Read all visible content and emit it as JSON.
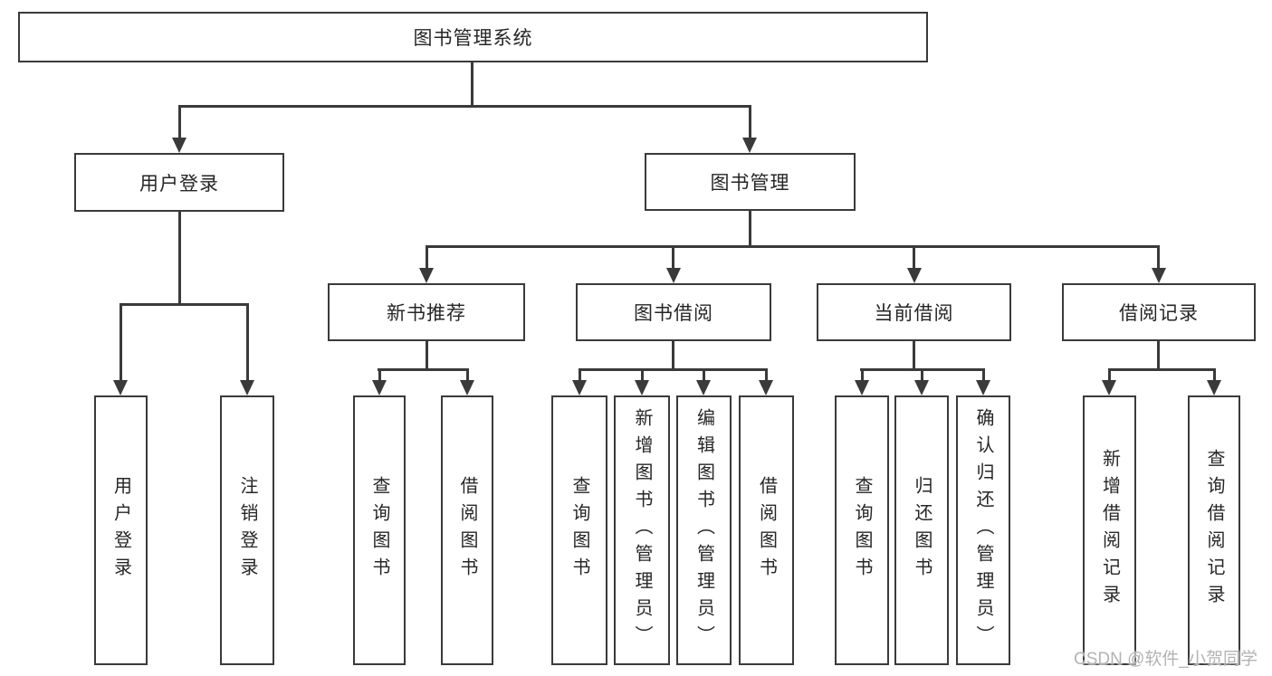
{
  "colors": {
    "line": "#3a3a3a",
    "text": "#262626",
    "watermark": "#b3b3b3",
    "background": "#ffffff"
  },
  "tree": {
    "root": {
      "label": "图书管理系统"
    },
    "level2": [
      {
        "id": "user-login",
        "label": "用户登录",
        "children": [
          "用户登录",
          "注销登录"
        ]
      },
      {
        "id": "book-management",
        "label": "图书管理"
      }
    ],
    "level3": [
      {
        "id": "new-book-recommend",
        "label": "新书推荐",
        "children": [
          "查询图书",
          "借阅图书"
        ]
      },
      {
        "id": "book-borrowing",
        "label": "图书借阅",
        "children": [
          "查询图书",
          "新增图书（管理员）",
          "编辑图书（管理员）",
          "借阅图书"
        ]
      },
      {
        "id": "current-borrowing",
        "label": "当前借阅",
        "children": [
          "查询图书",
          "归还图书",
          "确认归还（管理员）"
        ]
      },
      {
        "id": "borrowing-records",
        "label": "借阅记录",
        "children": [
          "新增借阅记录",
          "查询借阅记录"
        ]
      }
    ]
  },
  "watermark": {
    "text": "CSDN @软件_小贺同学"
  }
}
